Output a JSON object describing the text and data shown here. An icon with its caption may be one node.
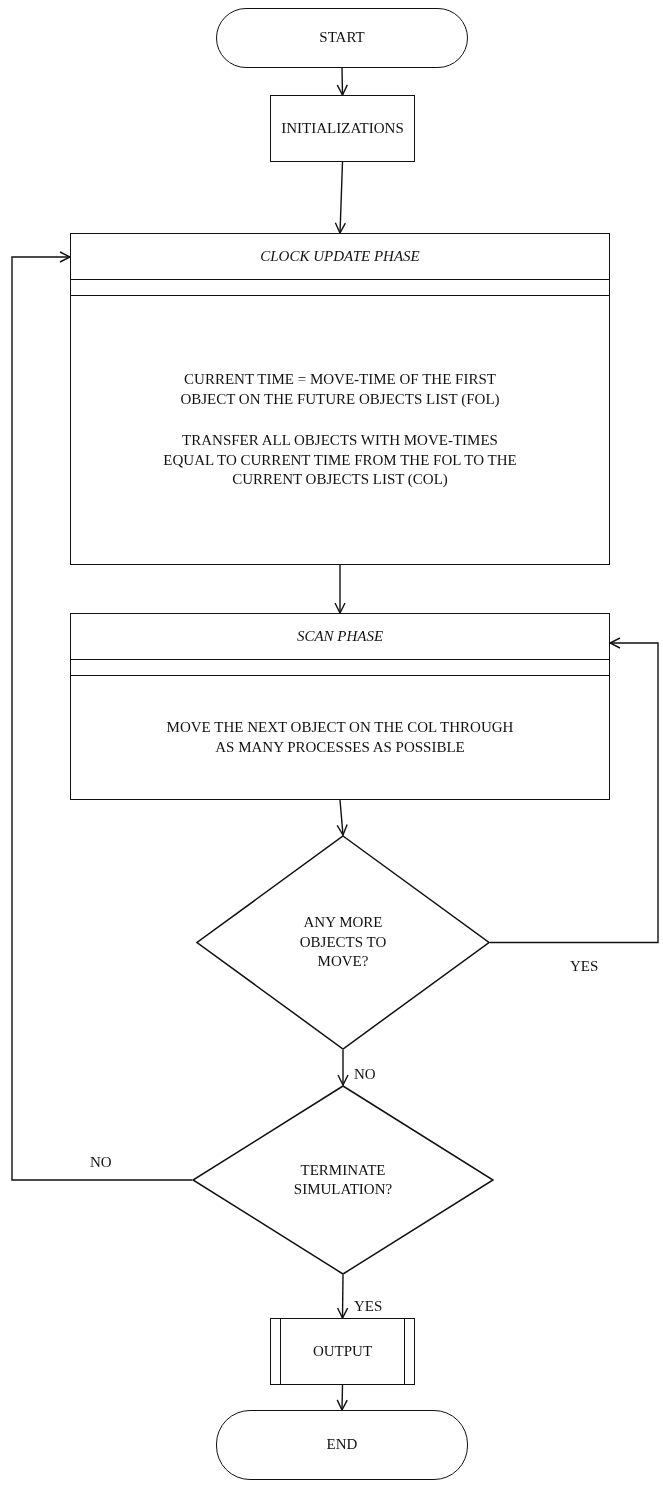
{
  "diagram": {
    "nodes": [
      {
        "text": [
          "START"
        ]
      },
      {
        "text": [
          "INITIALIZATIONS"
        ]
      },
      {
        "text": [
          "CLOCK UPDATE PHASE",
          "CURRENT TIME = MOVE-TIME OF THE FIRST OBJECT ON THE FUTURE OBJECTS LIST (FOL)",
          "TRANSFER ALL OBJECTS WITH MOVE-TIMES EQUAL TO CURRENT TIME FROM THE FOL TO THE CURRENT OBJECTS LIST (COL)"
        ]
      },
      {
        "text": [
          "SCAN PHASE",
          "MOVE THE NEXT OBJECT ON THE COL THROUGH AS MANY PROCESSES AS POSSIBLE"
        ]
      },
      {
        "text": [
          "ANY MORE OBJECTS TO MOVE?"
        ]
      },
      {
        "text": [
          "TERMINATE SIMULATION?"
        ]
      },
      {
        "text": [
          "OUTPUT"
        ]
      },
      {
        "text": [
          "END"
        ]
      }
    ],
    "edges": [
      {
        "from": 0,
        "to": 1,
        "arrow": "to"
      },
      {
        "from": 1,
        "to": 2,
        "arrow": "to"
      },
      {
        "from": 2,
        "to": 3,
        "arrow": "to"
      },
      {
        "from": 3,
        "to": 4,
        "arrow": "to"
      },
      {
        "from": 4,
        "to": 3,
        "arrow": "to",
        "label": "YES"
      },
      {
        "from": 4,
        "to": 5,
        "arrow": "to",
        "label": "NO"
      },
      {
        "from": 5,
        "to": 2,
        "arrow": "to",
        "label": "NO"
      },
      {
        "from": 5,
        "to": 6,
        "arrow": "to",
        "label": "YES"
      },
      {
        "from": 6,
        "to": 7,
        "arrow": "to"
      }
    ]
  }
}
